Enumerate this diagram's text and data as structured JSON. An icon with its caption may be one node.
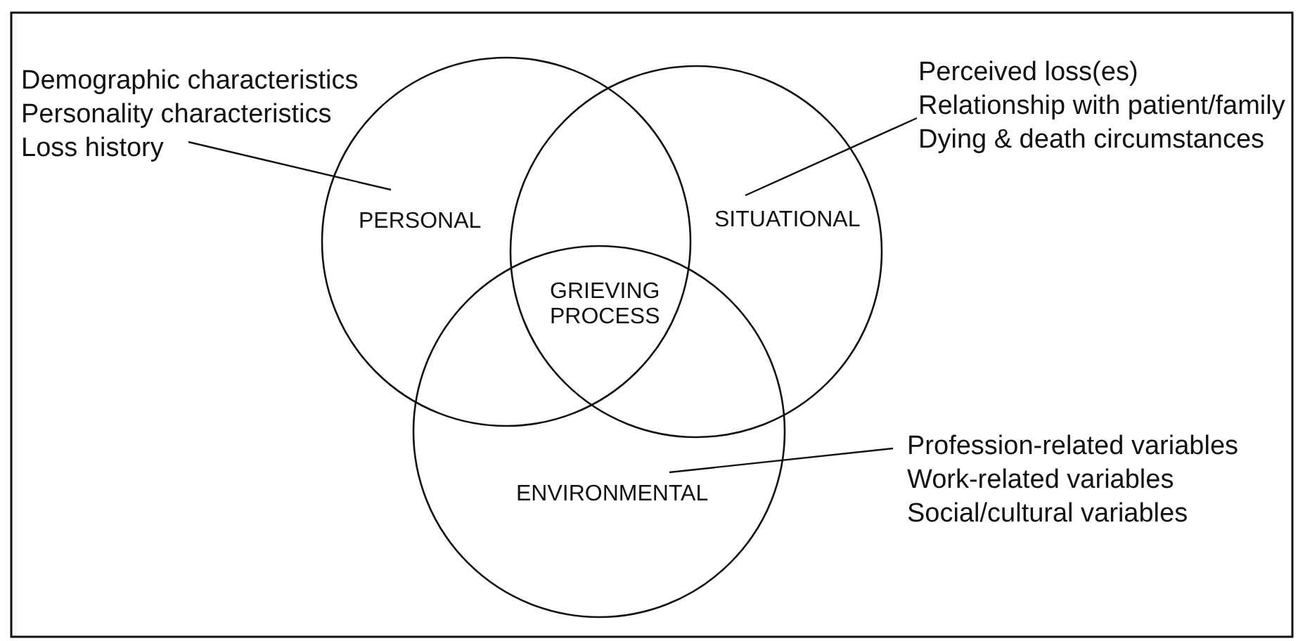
{
  "diagram": {
    "nodes": [
      {
        "text": [
          "PERSONAL"
        ]
      },
      {
        "text": [
          "SITUATIONAL"
        ]
      },
      {
        "text": [
          "ENVIRONMENTAL"
        ]
      },
      {
        "text": [
          "Demographic characteristics",
          "Personality characteristics",
          "Loss history"
        ]
      },
      {
        "text": [
          "Perceived loss(es)",
          "Relationship with patient/family",
          "Dying & death circumstances"
        ]
      },
      {
        "text": [
          "Profession-related variables",
          "Work-related variables",
          "Social/cultural variables"
        ]
      }
    ],
    "edges": [
      {
        "from": 3,
        "to": 0,
        "arrow": "none"
      },
      {
        "from": 4,
        "to": 1,
        "arrow": "none"
      },
      {
        "from": 5,
        "to": 2,
        "arrow": "none"
      }
    ],
    "labels": [
      "GRIEVING PROCESS"
    ]
  }
}
